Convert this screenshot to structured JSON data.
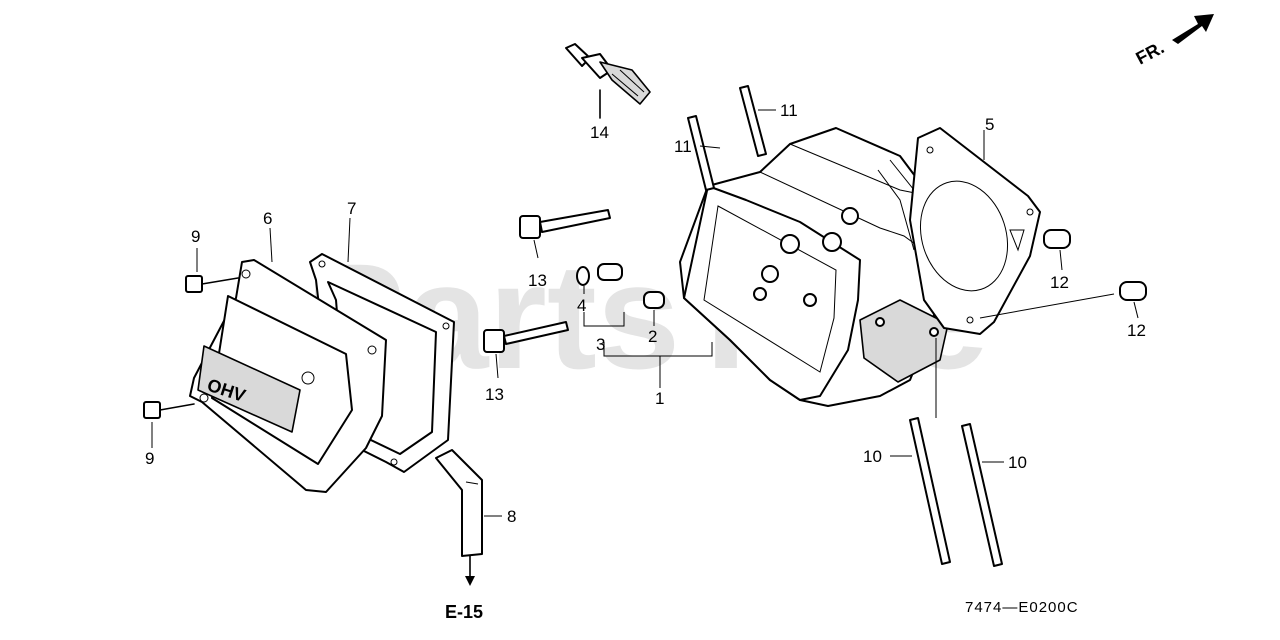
{
  "watermark": "PartsTree",
  "orientation_label": "FR.",
  "diagram_code": "7474—E0200C",
  "reference": "E-15",
  "callouts": {
    "c1": "1",
    "c2": "2",
    "c3": "3",
    "c4": "4",
    "c5": "5",
    "c6": "6",
    "c7": "7",
    "c8": "8",
    "c9a": "9",
    "c9b": "9",
    "c10a": "10",
    "c10b": "10",
    "c11a": "11",
    "c11b": "11",
    "c12a": "12",
    "c12b": "12",
    "c13a": "13",
    "c13b": "13",
    "c14": "14"
  },
  "cover_emboss": "OHV"
}
